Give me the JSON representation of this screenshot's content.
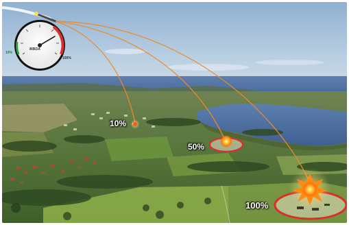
{
  "scene": {
    "impacts": [
      {
        "label": "10%"
      },
      {
        "label": "50%"
      },
      {
        "label": "100%"
      }
    ]
  },
  "gauge": {
    "brand": "MBDA",
    "left_label": "10%",
    "right_label": "100%"
  },
  "colors": {
    "sky": "#a9c3dc",
    "water": "#4c6fa0",
    "trajectory": "#f08a2a",
    "impact_ring": "#d8302a",
    "explosion": "#ff9a1a"
  }
}
